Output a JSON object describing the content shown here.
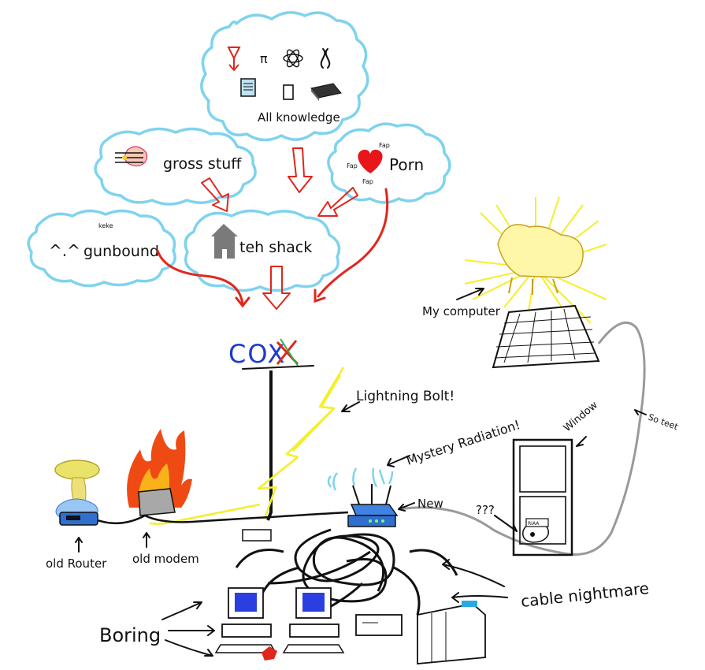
{
  "labels": {
    "all_knowledge": "All knowledge",
    "gross_stuff": "gross stuff",
    "porn": "Porn",
    "fap": "Fap",
    "gunbound": "gunbound",
    "gunbound_face": "^.^",
    "keke": "keke",
    "teh_shack": "teh shack",
    "cox": "COX",
    "lightning_bolt": "Lightning Bolt!",
    "my_computer": "My computer",
    "mystery_radiation": "Mystery Radiation!",
    "new": "New",
    "window": "Window",
    "so_teet": "So teet",
    "question_marks": "???",
    "riaa": "RIAA",
    "old_router": "old Router",
    "old_modem": "old modem",
    "boring": "Boring",
    "cable_nightmare": "cable nightmare"
  },
  "icons": {
    "knowledge": [
      "download-arrow-icon",
      "pi-icon",
      "atom-icon",
      "dna-icon",
      "document-icon",
      "page-icon",
      "books-icon"
    ],
    "gross": "gross-blob-icon",
    "porn": "heart-icon",
    "shack": "house-icon"
  },
  "colors": {
    "cloud_outline": "#7fd3ee",
    "arrows": "#e0271c",
    "lightning": "#f4ef2a",
    "fire": "#f04a14",
    "router": "#2f6fd0",
    "cox_letters": "#1d3cc9"
  }
}
